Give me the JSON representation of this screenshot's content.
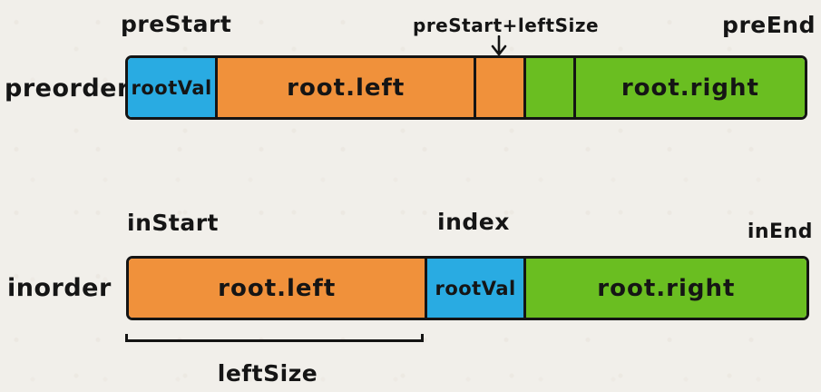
{
  "background": "#f1efea",
  "colors": {
    "blue": "#29abe2",
    "orange": "#f0913b",
    "green": "#6abe21",
    "outline": "#141414"
  },
  "preorder_row": {
    "row_label": "preorder",
    "labels": {
      "pre_start": "preStart",
      "pre_start_plus_left_size": "preStart+leftSize",
      "pre_end": "preEnd"
    },
    "pointer_icon": "down-arrow",
    "segments": [
      {
        "label": "rootVal",
        "color": "blue",
        "width_pct": 12.9
      },
      {
        "label": "root.left",
        "color": "orange",
        "width_pct": 38.2
      },
      {
        "label": "",
        "color": "orange",
        "width_pct": 7.4
      },
      {
        "label": "",
        "color": "green",
        "width_pct": 7.3
      },
      {
        "label": "root.right",
        "color": "green",
        "width_pct": 34.2
      }
    ]
  },
  "inorder_row": {
    "row_label": "inorder",
    "labels": {
      "in_start": "inStart",
      "index": "index",
      "in_end": "inEnd"
    },
    "segments": [
      {
        "label": "root.left",
        "color": "orange",
        "width_pct": 43.7
      },
      {
        "label": "rootVal",
        "color": "blue",
        "width_pct": 14.5
      },
      {
        "label": "root.right",
        "color": "green",
        "width_pct": 41.8
      }
    ]
  },
  "bracket": {
    "label": "leftSize"
  }
}
